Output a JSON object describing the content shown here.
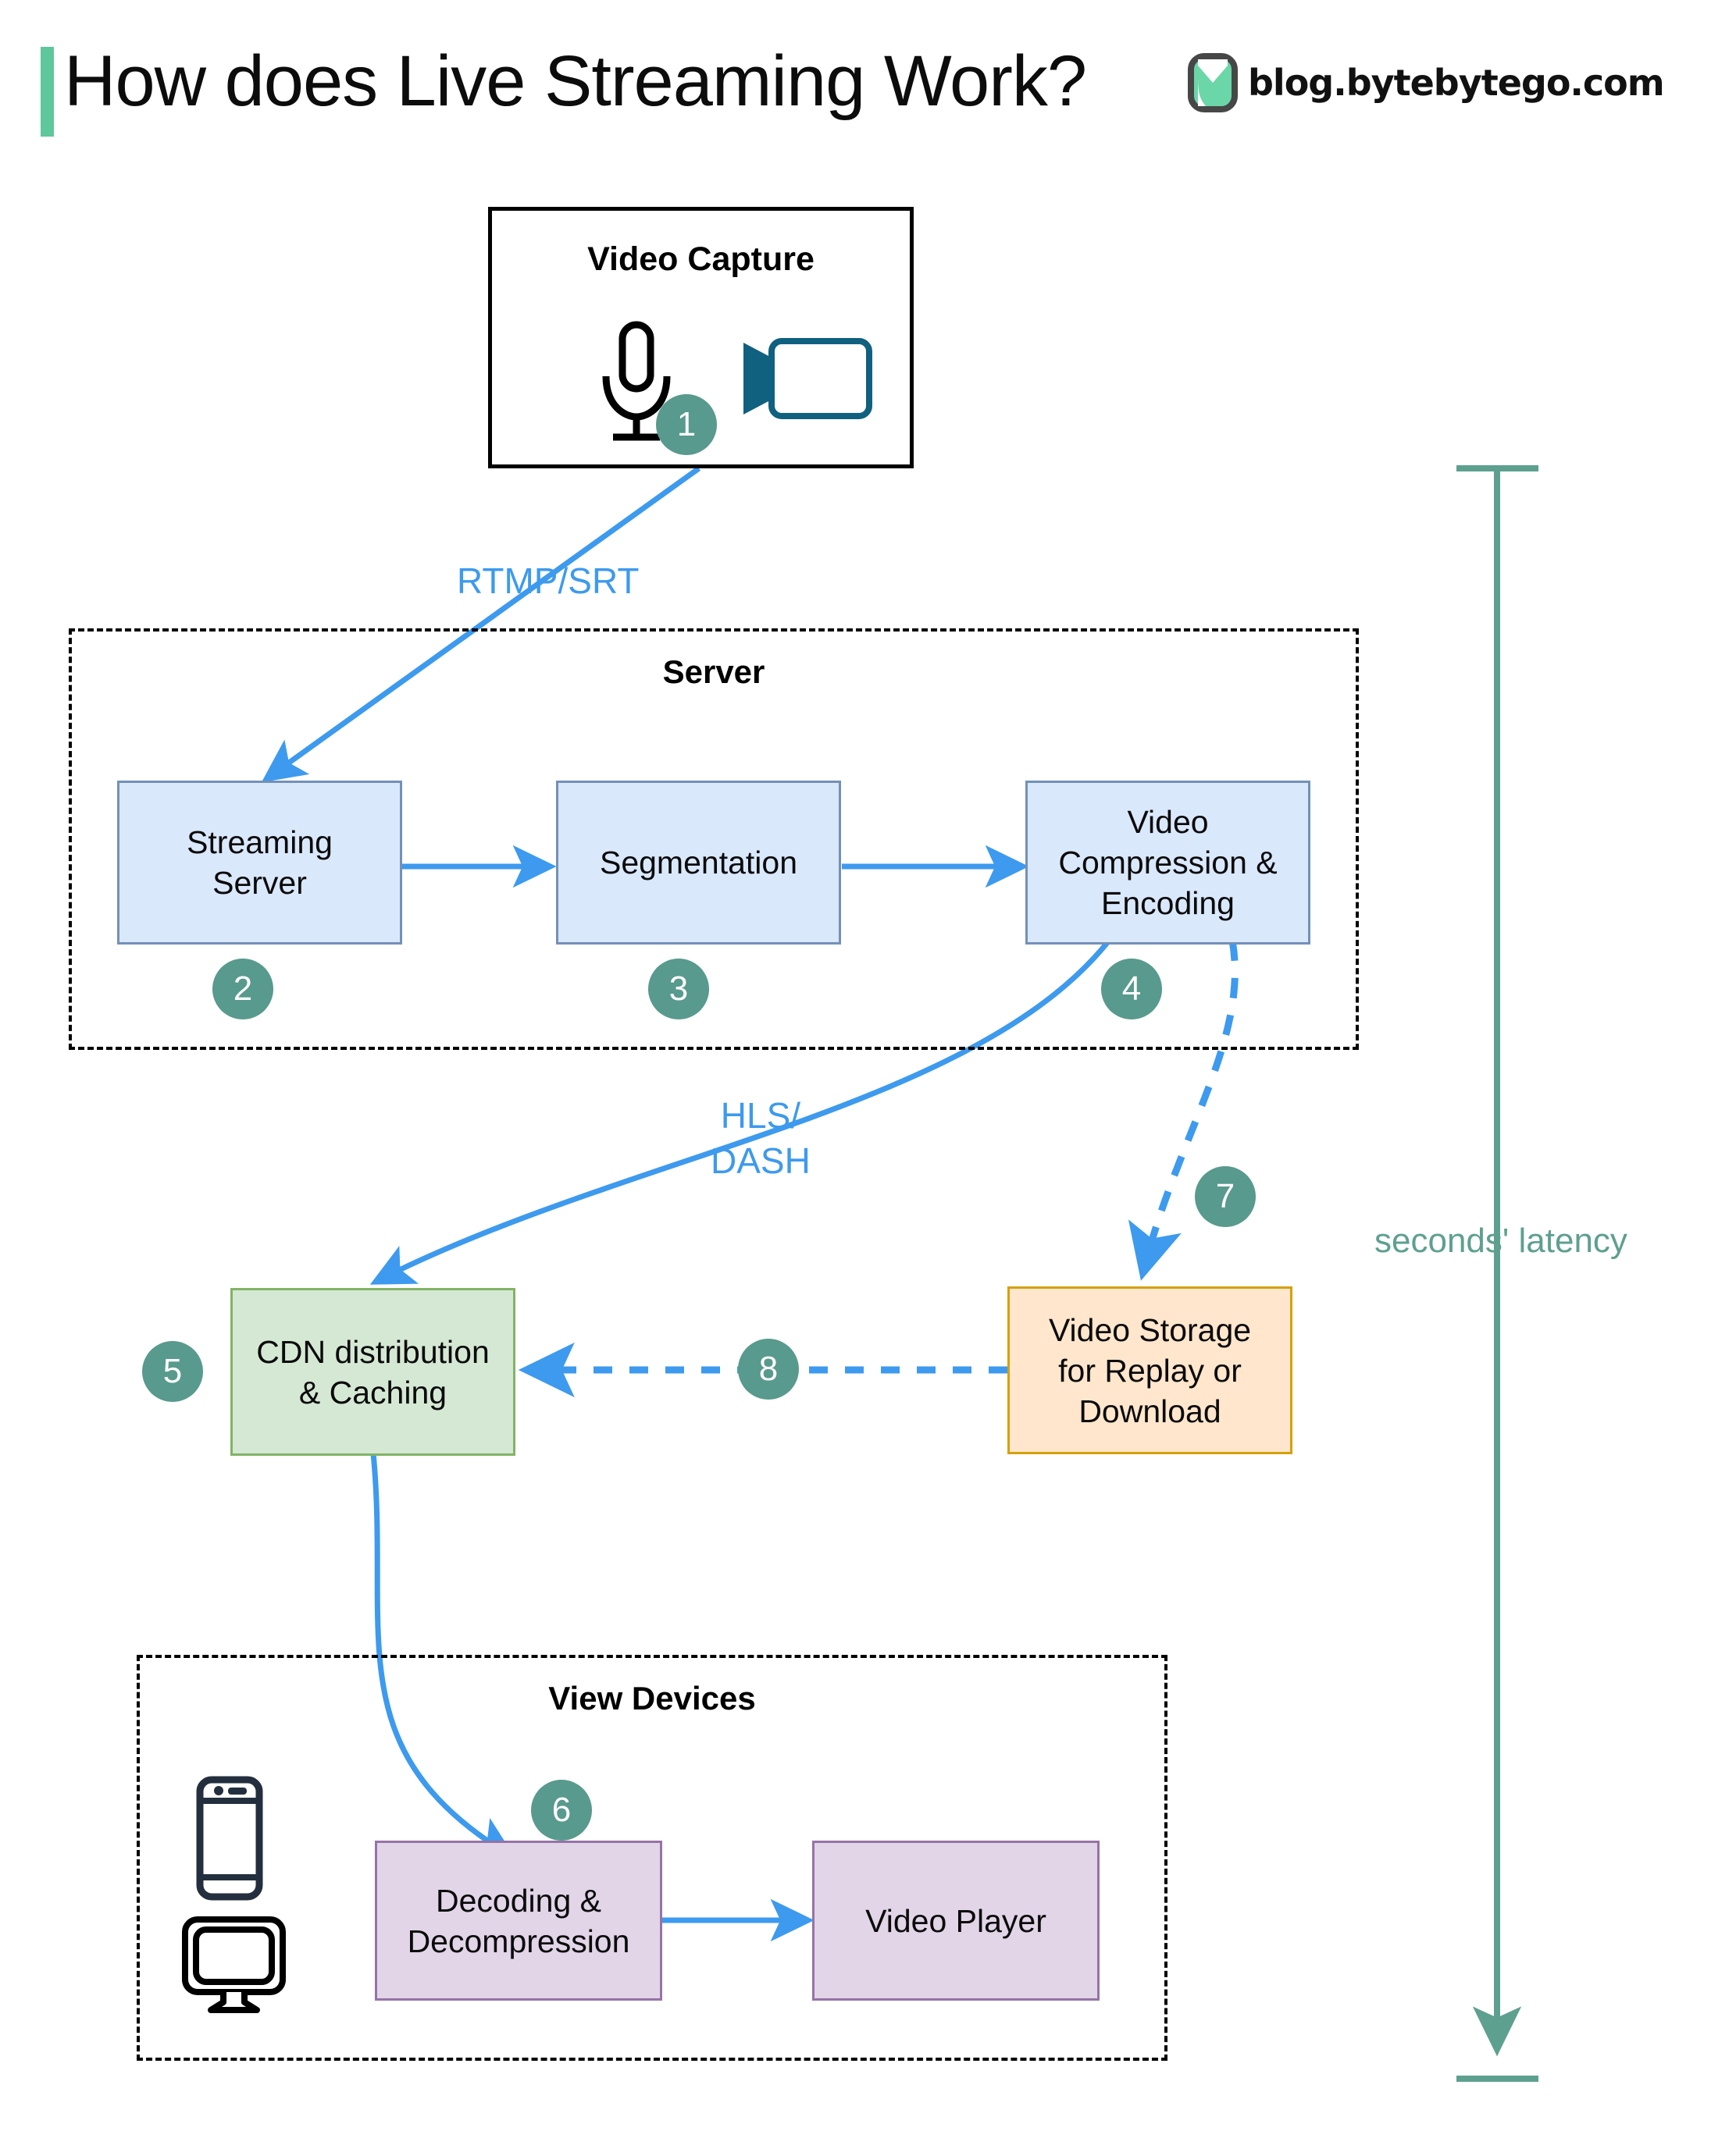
{
  "header": {
    "title": "How does Live Streaming Work?",
    "brand_text": "blog.bytebytego.com",
    "accent_color": "#5ec79c",
    "logo_icon": "bytebytego-logo-icon"
  },
  "groups": {
    "server": {
      "title": "Server"
    },
    "view_devices": {
      "title": "View Devices"
    },
    "video_capture": {
      "title": "Video Capture"
    }
  },
  "nodes": {
    "streaming_server": {
      "label": "Streaming\nServer",
      "badge": "2",
      "fill": "#dae8fc",
      "stroke": "#7390b8"
    },
    "segmentation": {
      "label": "Segmentation",
      "badge": "3",
      "fill": "#dae8fc",
      "stroke": "#7390b8"
    },
    "video_compression": {
      "label": "Video\nCompression &\nEncoding",
      "badge": "4",
      "fill": "#dae8fc",
      "stroke": "#7390b8"
    },
    "cdn": {
      "label": "CDN distribution\n& Caching",
      "badge": "5",
      "fill": "#d5e8d4",
      "stroke": "#82b366"
    },
    "video_storage": {
      "label": "Video Storage\nfor Replay or\nDownload",
      "badge": "7",
      "fill": "#ffe6cc",
      "stroke": "#d6a00b"
    },
    "decoding": {
      "label": "Decoding &\nDecompression",
      "badge": "6",
      "fill": "#e1d5e7",
      "stroke": "#9673a6"
    },
    "video_player": {
      "label": "Video Player",
      "fill": "#e1d5e7",
      "stroke": "#9673a6"
    }
  },
  "badges": {
    "capture": "1",
    "streaming_server": "2",
    "segmentation": "3",
    "video_compression": "4",
    "cdn": "5",
    "decoding": "6",
    "storage": "7",
    "storage_to_cdn": "8",
    "color": "#589a8d"
  },
  "edge_labels": {
    "rtmp_srt": "RTMP/SRT",
    "hls_dash": "HLS/\nDASH"
  },
  "annotations": {
    "latency": "seconds' latency",
    "latency_color": "#5ea08f"
  },
  "icons": {
    "microphone": "microphone-icon",
    "camcorder": "camcorder-icon",
    "phone": "mobile-phone-icon",
    "monitor": "desktop-monitor-icon"
  },
  "colors": {
    "flow_arrow": "#3d9aee",
    "dashed_flow_arrow": "#3d9aee",
    "group_border": "#000000"
  }
}
